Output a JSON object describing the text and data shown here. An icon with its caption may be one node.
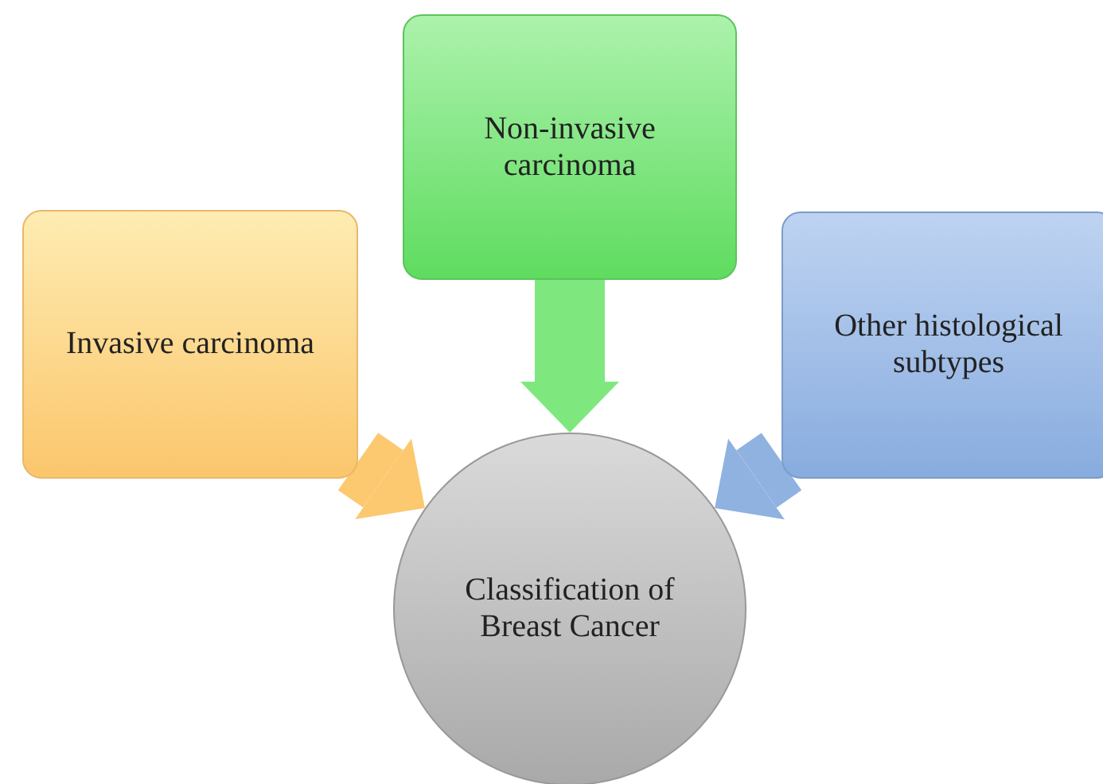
{
  "diagram": {
    "nodes": [
      {
        "text": [
          "Invasive carcinoma"
        ]
      },
      {
        "text": [
          "Non-invasive carcinoma"
        ]
      },
      {
        "text": [
          "Other histological subtypes"
        ]
      },
      {
        "text": [
          "Classification of Breast Cancer"
        ]
      }
    ],
    "edges": [
      {
        "from": 0,
        "to": 3,
        "arrow": "to",
        "color": "#fcc870"
      },
      {
        "from": 1,
        "to": 3,
        "arrow": "to",
        "color": "#7ee87e"
      },
      {
        "from": 2,
        "to": 3,
        "arrow": "to",
        "color": "#8fb2e0"
      }
    ]
  }
}
